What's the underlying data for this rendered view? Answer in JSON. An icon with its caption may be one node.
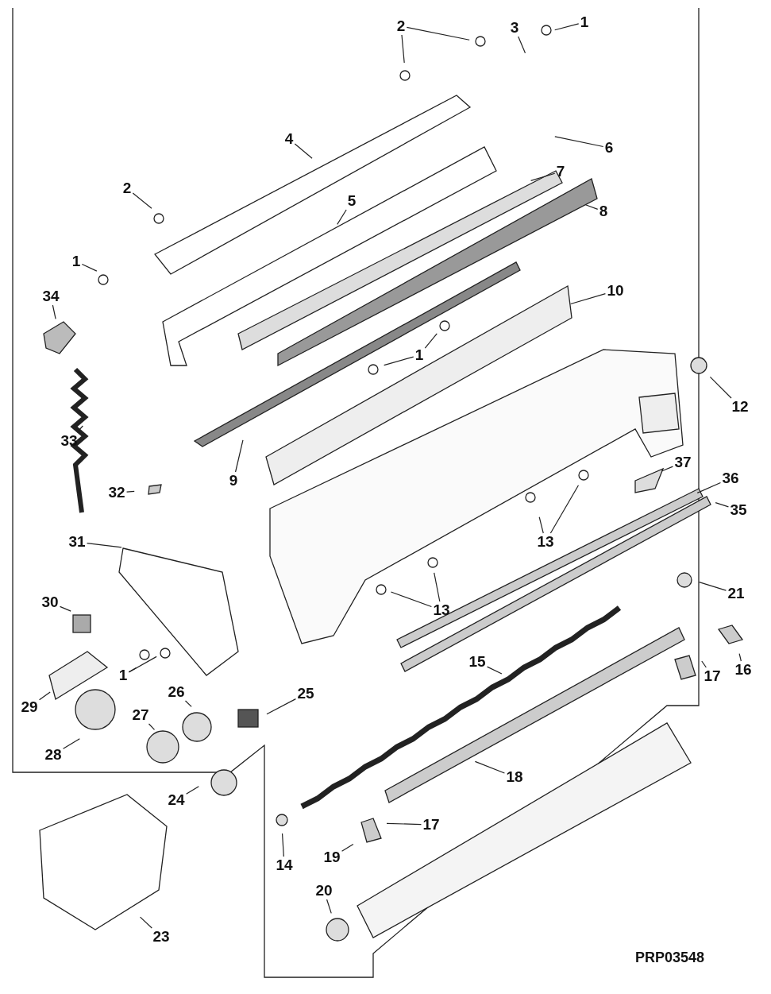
{
  "diagram": {
    "nodes": [
      {
        "text": [
          "1"
        ]
      },
      {
        "text": [
          "2"
        ]
      },
      {
        "text": [
          "3"
        ]
      },
      {
        "text": [
          "4"
        ]
      },
      {
        "text": [
          "6"
        ]
      },
      {
        "text": [
          "7"
        ]
      },
      {
        "text": [
          "2"
        ]
      },
      {
        "text": [
          "5"
        ]
      },
      {
        "text": [
          "8"
        ]
      },
      {
        "text": [
          "1"
        ]
      },
      {
        "text": [
          "34"
        ]
      },
      {
        "text": [
          "10"
        ]
      },
      {
        "text": [
          "1"
        ]
      },
      {
        "text": [
          "12"
        ]
      },
      {
        "text": [
          "33"
        ]
      },
      {
        "text": [
          "9"
        ]
      },
      {
        "text": [
          "37"
        ]
      },
      {
        "text": [
          "36"
        ]
      },
      {
        "text": [
          "32"
        ]
      },
      {
        "text": [
          "35"
        ]
      },
      {
        "text": [
          "13"
        ]
      },
      {
        "text": [
          "31"
        ]
      },
      {
        "text": [
          "30"
        ]
      },
      {
        "text": [
          "21"
        ]
      },
      {
        "text": [
          "13"
        ]
      },
      {
        "text": [
          "15"
        ]
      },
      {
        "text": [
          "1"
        ]
      },
      {
        "text": [
          "17"
        ]
      },
      {
        "text": [
          "16"
        ]
      },
      {
        "text": [
          "26"
        ]
      },
      {
        "text": [
          "25"
        ]
      },
      {
        "text": [
          "29"
        ]
      },
      {
        "text": [
          "27"
        ]
      },
      {
        "text": [
          "28"
        ]
      },
      {
        "text": [
          "18"
        ]
      },
      {
        "text": [
          "24"
        ]
      },
      {
        "text": [
          "17"
        ]
      },
      {
        "text": [
          "14"
        ]
      },
      {
        "text": [
          "19"
        ]
      },
      {
        "text": [
          "20"
        ]
      },
      {
        "text": [
          "23"
        ]
      }
    ],
    "edges": [
      {
        "from": 0,
        "to": null,
        "arrow": "none"
      },
      {
        "from": 1,
        "to": null,
        "arrow": "none"
      },
      {
        "from": 1,
        "to": null,
        "arrow": "none"
      },
      {
        "from": 2,
        "to": null,
        "arrow": "none"
      },
      {
        "from": 3,
        "to": null,
        "arrow": "none"
      },
      {
        "from": 4,
        "to": null,
        "arrow": "none"
      },
      {
        "from": 5,
        "to": null,
        "arrow": "none"
      },
      {
        "from": 6,
        "to": null,
        "arrow": "none"
      },
      {
        "from": 7,
        "to": null,
        "arrow": "none"
      },
      {
        "from": 8,
        "to": null,
        "arrow": "none"
      },
      {
        "from": 9,
        "to": null,
        "arrow": "none"
      },
      {
        "from": 10,
        "to": null,
        "arrow": "none"
      },
      {
        "from": 11,
        "to": null,
        "arrow": "none"
      },
      {
        "from": 12,
        "to": null,
        "arrow": "none"
      },
      {
        "from": 12,
        "to": null,
        "arrow": "none"
      },
      {
        "from": 13,
        "to": null,
        "arrow": "none"
      },
      {
        "from": 14,
        "to": null,
        "arrow": "none"
      },
      {
        "from": 15,
        "to": null,
        "arrow": "none"
      },
      {
        "from": 16,
        "to": null,
        "arrow": "none"
      },
      {
        "from": 17,
        "to": null,
        "arrow": "none"
      },
      {
        "from": 18,
        "to": null,
        "arrow": "none"
      },
      {
        "from": 19,
        "to": null,
        "arrow": "none"
      },
      {
        "from": 20,
        "to": null,
        "arrow": "none"
      },
      {
        "from": 20,
        "to": null,
        "arrow": "none"
      },
      {
        "from": 21,
        "to": null,
        "arrow": "none"
      },
      {
        "from": 22,
        "to": null,
        "arrow": "none"
      },
      {
        "from": 23,
        "to": null,
        "arrow": "none"
      },
      {
        "from": 24,
        "to": null,
        "arrow": "none"
      },
      {
        "from": 24,
        "to": null,
        "arrow": "none"
      },
      {
        "from": 25,
        "to": null,
        "arrow": "none"
      },
      {
        "from": 26,
        "to": null,
        "arrow": "none"
      },
      {
        "from": 26,
        "to": null,
        "arrow": "none"
      },
      {
        "from": 27,
        "to": null,
        "arrow": "none"
      },
      {
        "from": 28,
        "to": null,
        "arrow": "none"
      },
      {
        "from": 29,
        "to": null,
        "arrow": "none"
      },
      {
        "from": 30,
        "to": null,
        "arrow": "none"
      },
      {
        "from": 31,
        "to": null,
        "arrow": "none"
      },
      {
        "from": 32,
        "to": null,
        "arrow": "none"
      },
      {
        "from": 33,
        "to": null,
        "arrow": "none"
      },
      {
        "from": 34,
        "to": null,
        "arrow": "none"
      },
      {
        "from": 35,
        "to": null,
        "arrow": "none"
      },
      {
        "from": 36,
        "to": null,
        "arrow": "none"
      },
      {
        "from": 37,
        "to": null,
        "arrow": "none"
      },
      {
        "from": 38,
        "to": null,
        "arrow": "none"
      },
      {
        "from": 39,
        "to": null,
        "arrow": "none"
      },
      {
        "from": 40,
        "to": null,
        "arrow": "none"
      }
    ],
    "labels": [
      "PRP03548"
    ]
  }
}
